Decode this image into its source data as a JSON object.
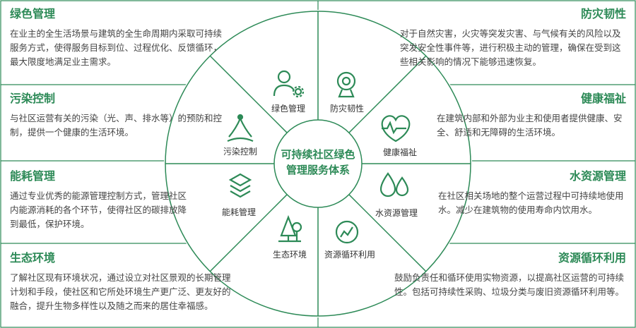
{
  "colors": {
    "accent": "#2d8a57",
    "line": "#2d8a57",
    "text": "#444444"
  },
  "center": {
    "line1": "可持续社区绿色",
    "line2": "管理服务体系"
  },
  "segments": [
    {
      "label": "绿色管理",
      "icon": "person-gear-icon"
    },
    {
      "label": "防灾韧性",
      "icon": "webcam-icon"
    },
    {
      "label": "健康福祉",
      "icon": "heart-pulse-icon"
    },
    {
      "label": "水资源管理",
      "icon": "water-drops-icon"
    },
    {
      "label": "资源循环利用",
      "icon": "line-chart-circle-icon"
    },
    {
      "label": "生态环境",
      "icon": "tree-icon"
    },
    {
      "label": "能耗管理",
      "icon": "stacked-layers-icon"
    },
    {
      "label": "污染控制",
      "icon": "triangle-nodes-icon"
    }
  ],
  "boxes": {
    "green": {
      "title": "绿色管理",
      "text": "在业主的全生活场景与建筑的全生命周期内采取可持续服务方式，使得服务目标到位、过程优化、反馈循环，最大限度地满足业主需求。"
    },
    "pollution": {
      "title": "污染控制",
      "text": "与社区运营有关的污染（光、声、排水等）的预防和控制，提供一个健康的生活环境。"
    },
    "energy": {
      "title": "能耗管理",
      "text": "通过专业优秀的能源管理控制方式，管理社区内能源消耗的各个环节，使得社区的碳排放降到最低，保护环境。"
    },
    "ecology": {
      "title": "生态环境",
      "text": "了解社区现有环境状况，通过设立对社区景观的长期管理计划和手段，使社区和它所处环境生产更广泛、更友好的融合，提升生物多样性以及随之而来的居住幸福感。"
    },
    "resilience": {
      "title": "防灾韧性",
      "text": "对于自然灾害，火灾等突发灾害、与气候有关的风险以及突发安全性事件等，进行积极主动的管理，确保在受到这些相关影响的情况下能够迅速恢复。"
    },
    "health": {
      "title": "健康福祉",
      "text": "在建筑内部和外部为业主和使用者提供健康、安全、舒适和无障碍的生活环境。"
    },
    "water": {
      "title": "水资源管理",
      "text": "在社区相关场地的整个运营过程中可持续地使用水。减少在建筑物的使用寿命内饮用水。"
    },
    "recycle": {
      "title": "资源循环利用",
      "text": "鼓励负责任和循环使用实物资源，以提高社区运营的可持续性。包括可持续性采购、垃圾分类与废旧资源循环利用等。"
    }
  }
}
